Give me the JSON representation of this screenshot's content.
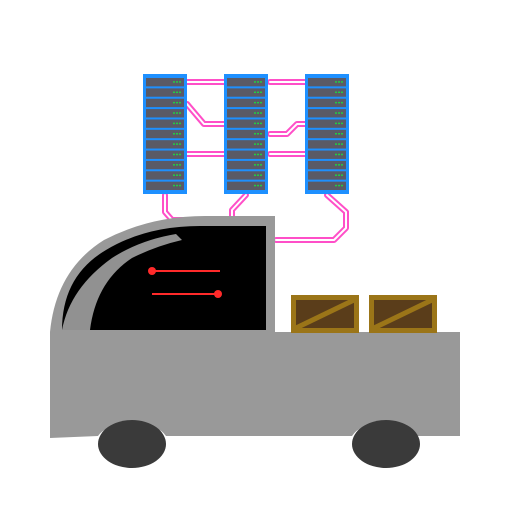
{
  "colors": {
    "background": "#ffffff",
    "truck_body": "#999999",
    "truck_cab_window": "#000000",
    "wheel": "#3a3a3a",
    "wheel_shadow": "#262626",
    "server_frame": "#1e90ff",
    "server_slot": "#5a5a66",
    "server_led": "#22cc44",
    "cable": "#ff4fc8",
    "crate_fill": "#5a3d1a",
    "crate_frame": "#9b7518",
    "dashboard_line": "#ff2a2a"
  },
  "icons": {
    "server_racks": "server-rack-icon",
    "truck": "pickup-truck-icon",
    "crates": "cargo-crate-icon",
    "wheels": "wheel-icon",
    "cables": "network-cable-icon"
  },
  "scene": {
    "server_rack_count": 3,
    "server_slots_per_rack": 11,
    "crate_count": 2,
    "wheel_count": 2
  }
}
